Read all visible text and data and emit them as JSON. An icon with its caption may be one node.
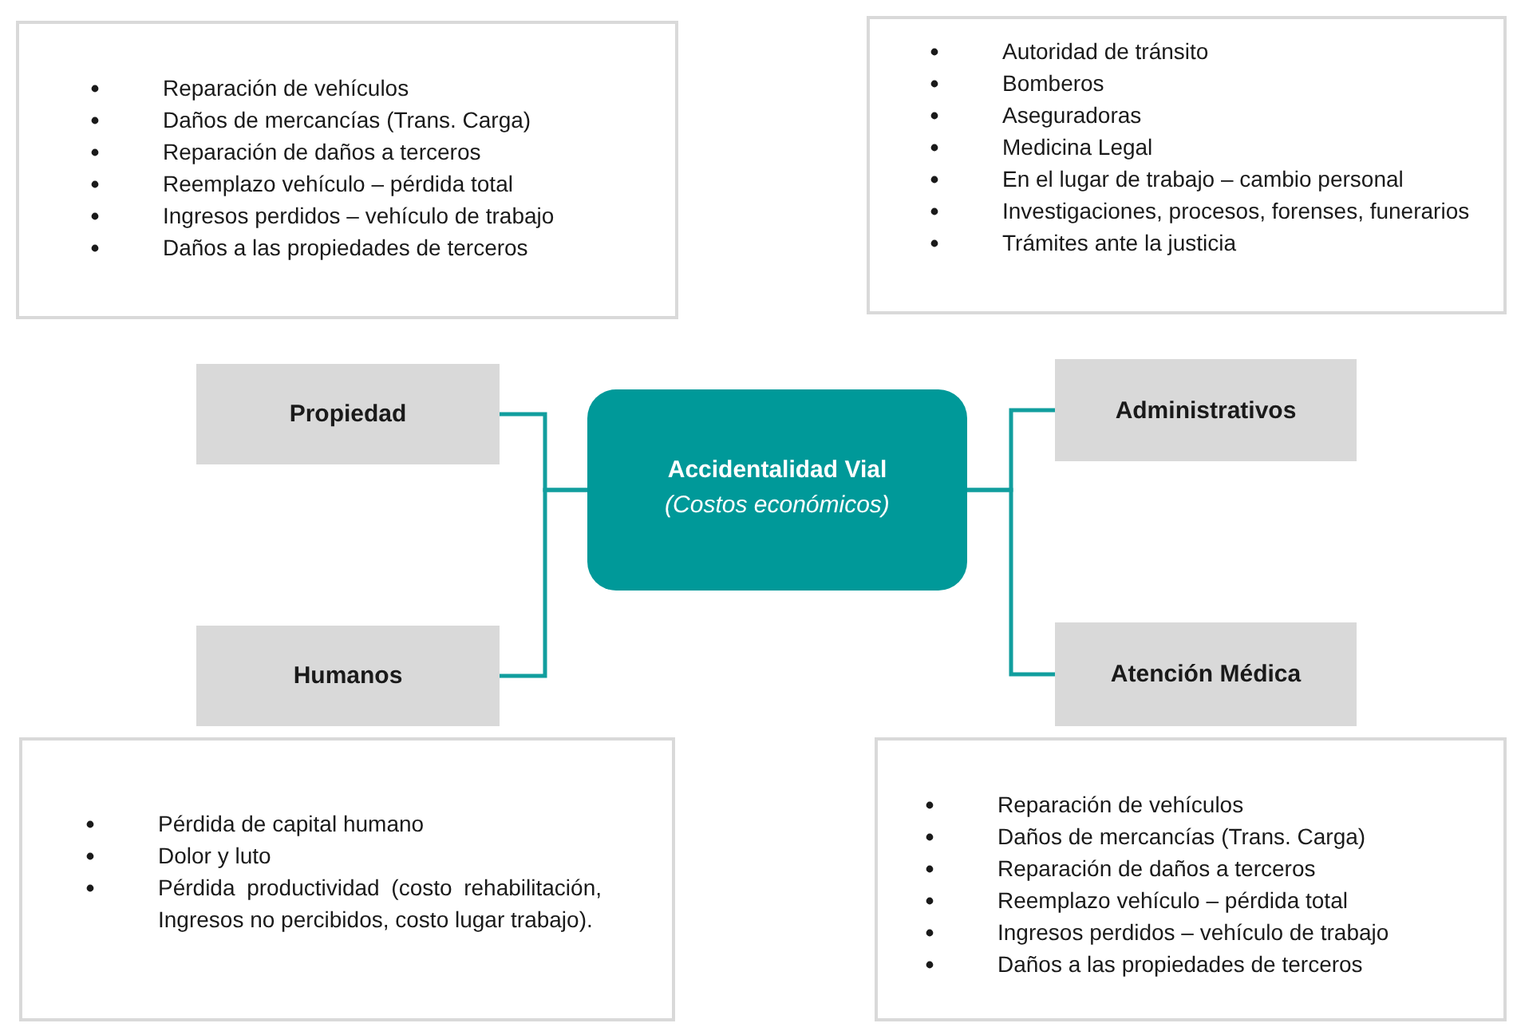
{
  "diagram": {
    "nodes": [
      {
        "text": [
          "Reparación de vehículos",
          "Daños de mercancías (Trans. Carga)",
          "Reparación de daños a terceros",
          "Reemplazo vehículo – pérdida total",
          "Ingresos perdidos – vehículo de trabajo",
          "Daños a las propiedades de terceros"
        ]
      },
      {
        "text": [
          "Autoridad de tránsito",
          "Bomberos",
          "Aseguradoras",
          "Medicina Legal",
          "En el lugar de trabajo – cambio personal",
          "Investigaciones, procesos, forenses, funerarios",
          "Trámites ante la justicia"
        ]
      },
      {
        "text": [
          "Propiedad"
        ]
      },
      {
        "text": [
          "Accidentalidad Vial",
          "(Costos económicos)"
        ]
      },
      {
        "text": [
          "Administrativos"
        ]
      },
      {
        "text": [
          "Humanos"
        ]
      },
      {
        "text": [
          "Atención Médica"
        ]
      },
      {
        "text": [
          "Pérdida de capital humano",
          "Dolor y luto",
          "Pérdida productividad (costo rehabilitación, Ingresos no percibidos, costo lugar trabajo)."
        ]
      },
      {
        "text": [
          "Reparación de vehículos",
          "Daños de mercancías (Trans. Carga)",
          "Reparación de daños a terceros",
          "Reemplazo vehículo – pérdida total",
          "Ingresos perdidos – vehículo de trabajo",
          "Daños a las propiedades de terceros"
        ]
      }
    ],
    "edges": [
      {
        "from": 3,
        "to": 2,
        "arrow": "none"
      },
      {
        "from": 3,
        "to": 5,
        "arrow": "none"
      },
      {
        "from": 3,
        "to": 4,
        "arrow": "none"
      },
      {
        "from": 3,
        "to": 6,
        "arrow": "none"
      }
    ]
  }
}
